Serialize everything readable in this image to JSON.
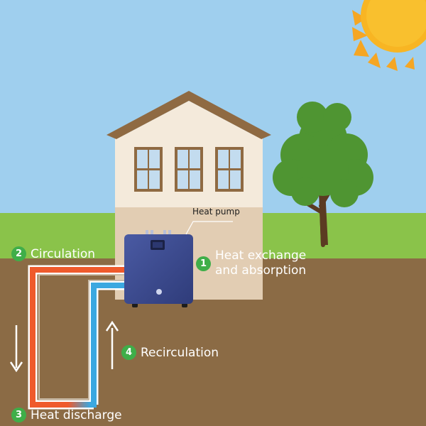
{
  "labels": {
    "heat_pump": "Heat pump",
    "step1": {
      "number": "1",
      "line1": "Heat exchange",
      "line2": "and absorption"
    },
    "step2": {
      "number": "2",
      "text": "Circulation"
    },
    "step3": {
      "number": "3",
      "text": "Heat discharge"
    },
    "step4": {
      "number": "4",
      "text": "Recirculation"
    }
  },
  "colors": {
    "sky": "#9fcfee",
    "grass": "#8ac34a",
    "soil": "#8b6b45",
    "roof": "#8f6a42",
    "wall_upper": "#f4eadb",
    "wall_lower": "#e2cdb3",
    "window": "#c3dcef",
    "heat_pump": "#3b4a8e",
    "hot_pipe": "#ef5a2c",
    "cold_pipe": "#3ba8e0",
    "badge": "#3fae49",
    "sun": "#f8b523",
    "tree_leaves": "#4f9532",
    "tree_trunk": "#5b3b22"
  },
  "icons": [
    "sun-icon",
    "tree-icon",
    "house-icon",
    "heat-pump-icon",
    "arrow-down-icon",
    "arrow-up-icon"
  ]
}
